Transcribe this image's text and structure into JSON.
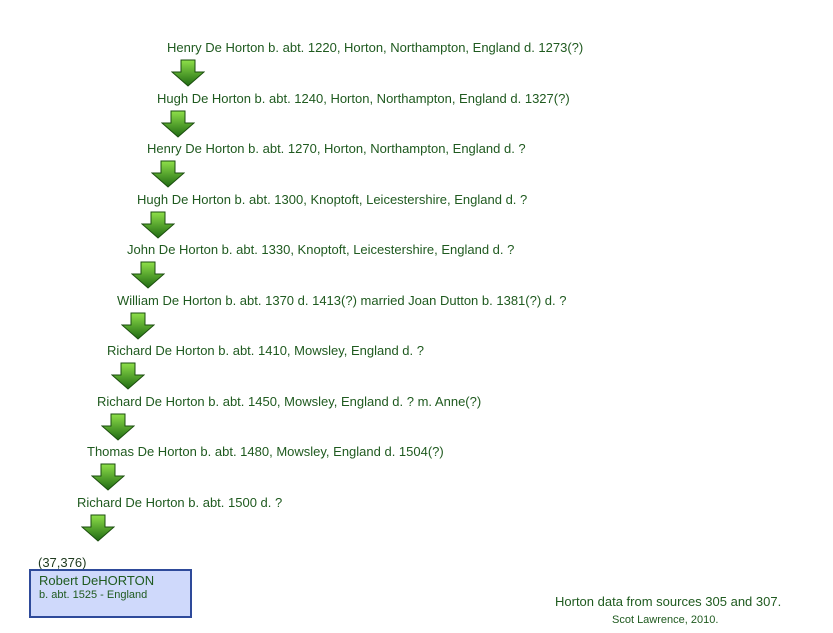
{
  "generations": [
    {
      "text": "Henry De Horton b. abt. 1220, Horton, Northampton, England d. 1273(?)"
    },
    {
      "text": "Hugh De Horton b. abt. 1240, Horton, Northampton, England d. 1327(?)"
    },
    {
      "text": "Henry De Horton b. abt. 1270, Horton, Northampton, England d. ?"
    },
    {
      "text": "Hugh De Horton b. abt. 1300, Knoptoft, Leicestershire, England d. ?"
    },
    {
      "text": "John De Horton b. abt. 1330, Knoptoft, Leicestershire, England d. ?"
    },
    {
      "text": "William De Horton b. abt. 1370 d. 1413(?) married Joan Dutton b. 1381(?) d. ?"
    },
    {
      "text": "Richard De Horton b. abt. 1410, Mowsley, England d. ?"
    },
    {
      "text": "Richard De Horton b. abt. 1450, Mowsley, England d. ?   m. Anne(?)"
    },
    {
      "text": "Thomas De Horton b. abt. 1480, Mowsley, England d. 1504(?)"
    },
    {
      "text": "Richard De Horton b. abt. 1500 d. ?"
    }
  ],
  "person": {
    "id": "(37,376)",
    "name": "Robert DeHORTON",
    "info": "b. abt. 1525 - England"
  },
  "footer": {
    "source": "Horton data from sources 305 and 307.",
    "credit": "Scot Lawrence, 2010."
  },
  "colors": {
    "text": "#1f5a1f",
    "arrow_light": "#8fe04a",
    "arrow_dark": "#1f6a12",
    "box_fill": "#cfd9fb",
    "box_border": "#2e4a9a"
  }
}
